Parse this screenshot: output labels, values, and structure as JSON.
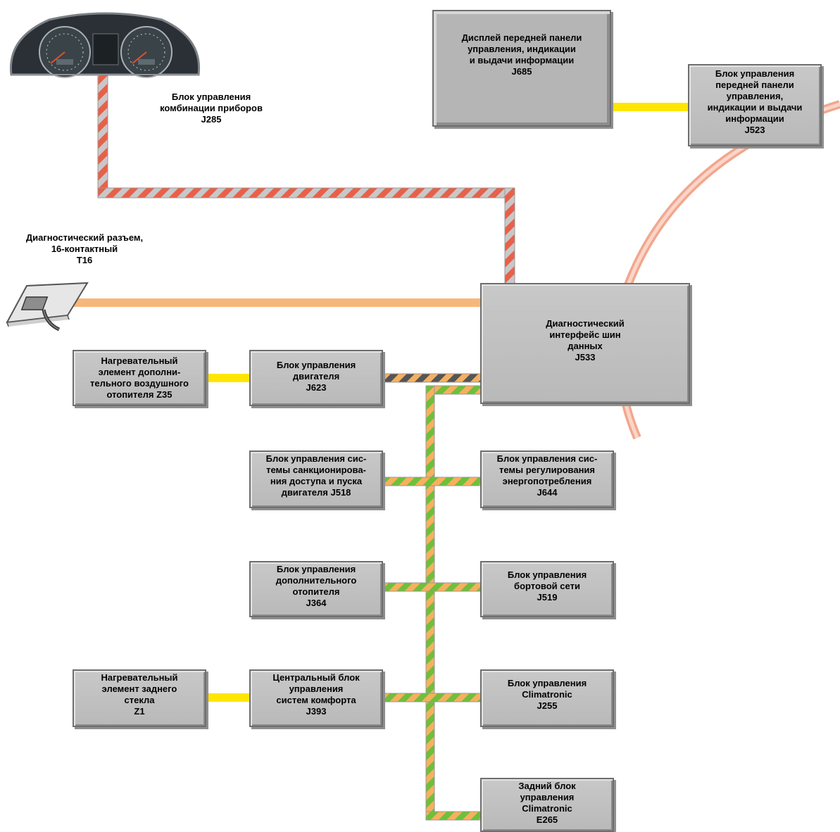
{
  "diagram": {
    "labels": {
      "instrument_cluster": "Блок управления\nкомбинации приборов\nJ285",
      "diagnostic_connector": "Диагностический разъем,\n16-контактный\nT16"
    },
    "boxes": {
      "display_j685": "Дисплей передней панели\nуправления, индикации\nи выдачи информации\nJ685",
      "front_panel_j523": "Блок управления\nпередней панели\nуправления,\nиндикации и выдачи\nинформации\nJ523",
      "gateway_j533": "Диагностический\nинтерфейс шин\nданных\nJ533",
      "heater_z35": "Нагревательный\nэлемент дополни-\nтельного воздушного\nотопителя Z35",
      "engine_j623": "Блок управления\nдвигателя\nJ623",
      "access_j518": "Блок управления сис-\nтемы санкционирова-\nния доступа и пуска\nдвигателя J518",
      "energy_j644": "Блок управления сис-\nтемы регулирования\nэнергопотребления\nJ644",
      "aux_heater_j364": "Блок управления\nдополнительного\nотопителя\nJ364",
      "onboard_j519": "Блок управления\nбортовой сети\nJ519",
      "rear_window_z1": "Нагревательный\nэлемент заднего\nстекла\nZ1",
      "comfort_j393": "Центральный блок\nуправления\nсистем комфорта\nJ393",
      "climatronic_j255": "Блок управления\nClimatronic\nJ255",
      "rear_climatronic_e265": "Задний блок\nуправления\nClimatronic\nE265"
    },
    "colors": {
      "lin_bus": "#ffe600",
      "diagnostic_can": "#f5b87a",
      "comfort_can_stripe_a": "#f5b060",
      "comfort_can_stripe_b": "#6fbf3a",
      "display_can_stripe_a": "#c8c8c8",
      "display_can_stripe_b": "#e8604a",
      "drive_can_stripe_a": "#f5b060",
      "drive_can_stripe_b": "#555555",
      "most_ring": "#f4b3a0",
      "box_fill": "#bdbdbd"
    },
    "icons": [
      "instrument-cluster-picture",
      "obd-connector-picture"
    ]
  }
}
